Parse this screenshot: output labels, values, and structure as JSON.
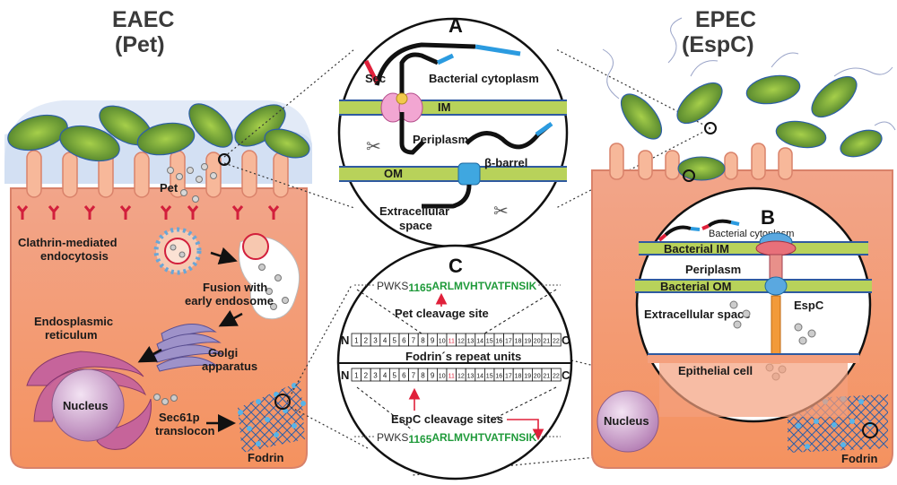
{
  "titles": {
    "left_line1": "EAEC",
    "left_line2": "(Pet)",
    "right_line1": "EPEC",
    "right_line2": "(EspC)"
  },
  "left_panel": {
    "pet": "Pet",
    "clathrin_l1": "Clathrin-mediated",
    "clathrin_l2": "endocytosis",
    "fusion_l1": "Fusion with",
    "fusion_l2": "early endosome",
    "er_l1": "Endosplasmic",
    "er_l2": "reticulum",
    "golgi_l1": "Golgi",
    "golgi_l2": "apparatus",
    "nucleus": "Nucleus",
    "sec61_l1": "Sec61p",
    "sec61_l2": "translocon",
    "fodrin": "Fodrin"
  },
  "panel_a": {
    "letter": "A",
    "sec": "Sec",
    "bacterial_cytoplasm": "Bacterial cytoplasm",
    "im": "IM",
    "periplasm": "Periplasm",
    "om": "OM",
    "beta_barrel": "β-barrel",
    "extracellular_l1": "Extracellular",
    "extracellular_l2": "space"
  },
  "panel_b": {
    "letter": "B",
    "bacterial_cytoplasm": "Bacterial cytoplasm",
    "bacterial_im": "Bacterial IM",
    "periplasm": "Periplasm",
    "bacterial_om": "Bacterial OM",
    "espc": "EspC",
    "extracellular": "Extracellular space",
    "epithelial": "Epithelial cell"
  },
  "panel_c": {
    "letter": "C",
    "seq_prefix": "PWKS",
    "seq_sub": "1165",
    "seq_main": "ARLMVHTVATFNSIK",
    "pet_cleavage": "Pet cleavage site",
    "n": "N",
    "c": "C",
    "repeat_label": "Fodrin´s repeat units",
    "espc_cleavage": "EspC cleavage sites",
    "units": [
      "1",
      "2",
      "3",
      "4",
      "5",
      "6",
      "7",
      "8",
      "9",
      "10",
      "11",
      "12",
      "13",
      "14",
      "15",
      "16",
      "17",
      "18",
      "19",
      "20",
      "21",
      "22"
    ]
  },
  "right_panel": {
    "nucleus": "Nucleus",
    "fodrin": "Fodrin"
  },
  "colors": {
    "cell": "#f4a07e",
    "cell_edge": "#d9826a",
    "membrane_green": "#b8d25a",
    "membrane_blue": "#2f5aa0",
    "cleave_red": "#e0203a",
    "seq_green": "#1f9a3a",
    "nucleus": "#c9a2c9"
  }
}
